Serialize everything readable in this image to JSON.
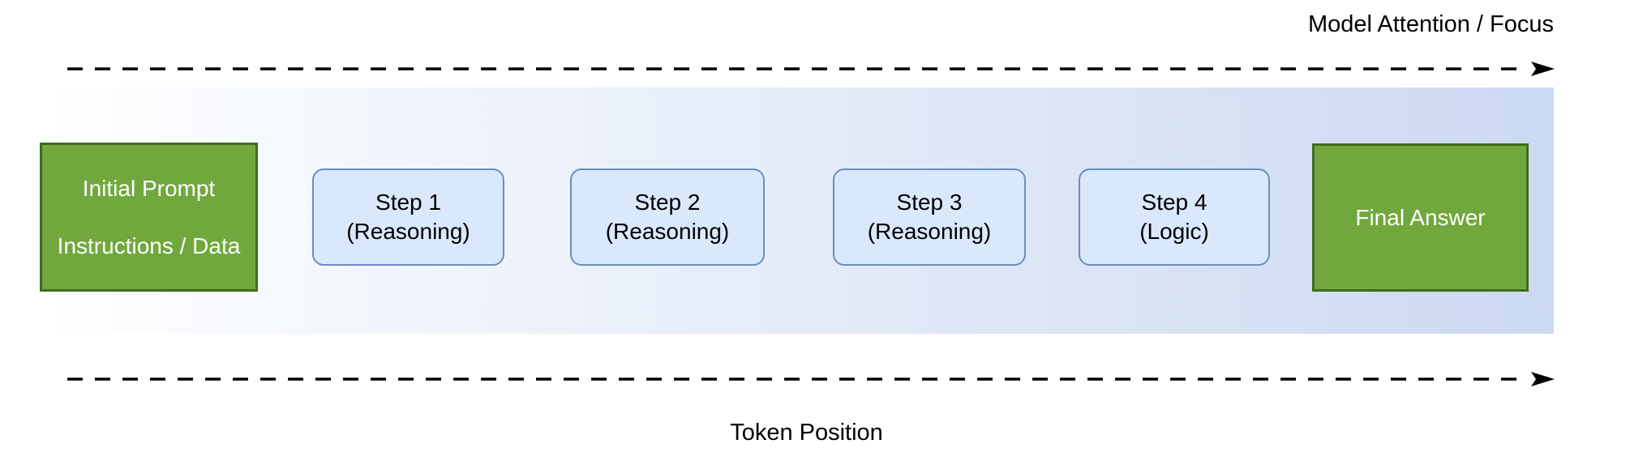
{
  "axes": {
    "top": "Model Attention / Focus",
    "bottom": "Token Position"
  },
  "nodes": {
    "initial": {
      "line1": "Initial Prompt",
      "line2": "Instructions / Data"
    },
    "step1": {
      "line1": "Step 1",
      "line2": "(Reasoning)"
    },
    "step2": {
      "line1": "Step 2",
      "line2": "(Reasoning)"
    },
    "step3": {
      "line1": "Step 3",
      "line2": "(Reasoning)"
    },
    "step4": {
      "line1": "Step 4",
      "line2": "(Logic)"
    },
    "final": {
      "line1": "Final Answer"
    }
  },
  "colors": {
    "node_green_fill": "#71a83e",
    "node_green_border": "#3f6c1e",
    "node_blue_fill": "#dae8fc",
    "node_blue_border": "#6c8ebf",
    "band_left": "#fdfeff",
    "band_right": "#cbd9f1",
    "arrow": "#000000"
  }
}
